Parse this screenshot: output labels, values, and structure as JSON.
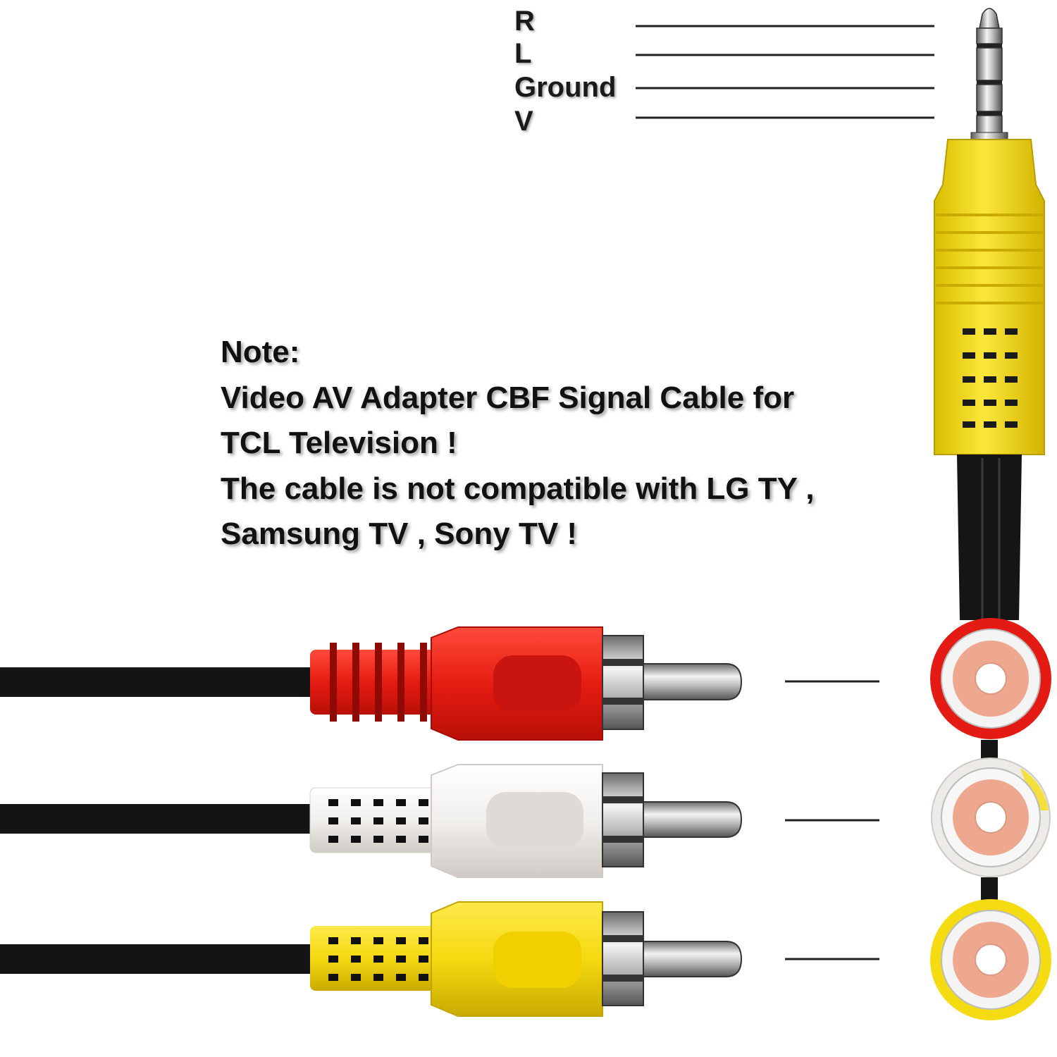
{
  "pin_labels": {
    "r": "R",
    "l": "L",
    "ground": "Ground",
    "v": "V"
  },
  "note": {
    "heading": "Note:",
    "line1": "Video AV Adapter CBF Signal Cable for",
    "line2": "TCL Television !",
    "line3": "The cable is not compatible with LG TY ,",
    "line4": "Samsung TV , Sony TV !"
  },
  "colors": {
    "red_plug": "#e8211b",
    "white_plug": "#f2f0ee",
    "yellow_plug": "#f5dc12",
    "cable": "#141414",
    "socket_pink": "#eea88f"
  }
}
